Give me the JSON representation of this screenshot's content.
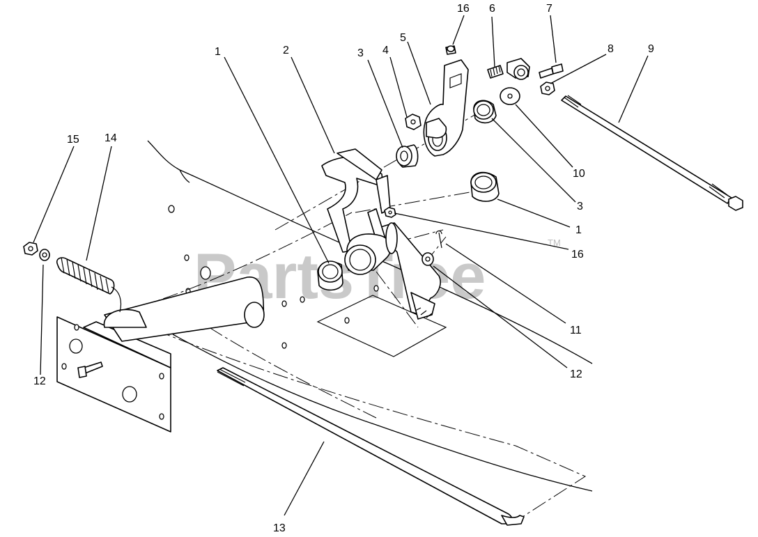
{
  "watermark": {
    "text": "PartsTree",
    "trademark": "TM"
  },
  "callouts": [
    {
      "id": "c1a",
      "label": "1"
    },
    {
      "id": "c2",
      "label": "2"
    },
    {
      "id": "c3a",
      "label": "3"
    },
    {
      "id": "c4",
      "label": "4"
    },
    {
      "id": "c5",
      "label": "5"
    },
    {
      "id": "c16a",
      "label": "16"
    },
    {
      "id": "c6",
      "label": "6"
    },
    {
      "id": "c7",
      "label": "7"
    },
    {
      "id": "c8",
      "label": "8"
    },
    {
      "id": "c9",
      "label": "9"
    },
    {
      "id": "c10",
      "label": "10"
    },
    {
      "id": "c3b",
      "label": "3"
    },
    {
      "id": "c1b",
      "label": "1"
    },
    {
      "id": "c16b",
      "label": "16"
    },
    {
      "id": "c11",
      "label": "11"
    },
    {
      "id": "c12b",
      "label": "12"
    },
    {
      "id": "c15",
      "label": "15"
    },
    {
      "id": "c14",
      "label": "14"
    },
    {
      "id": "c12a",
      "label": "12"
    },
    {
      "id": "c13",
      "label": "13"
    }
  ]
}
